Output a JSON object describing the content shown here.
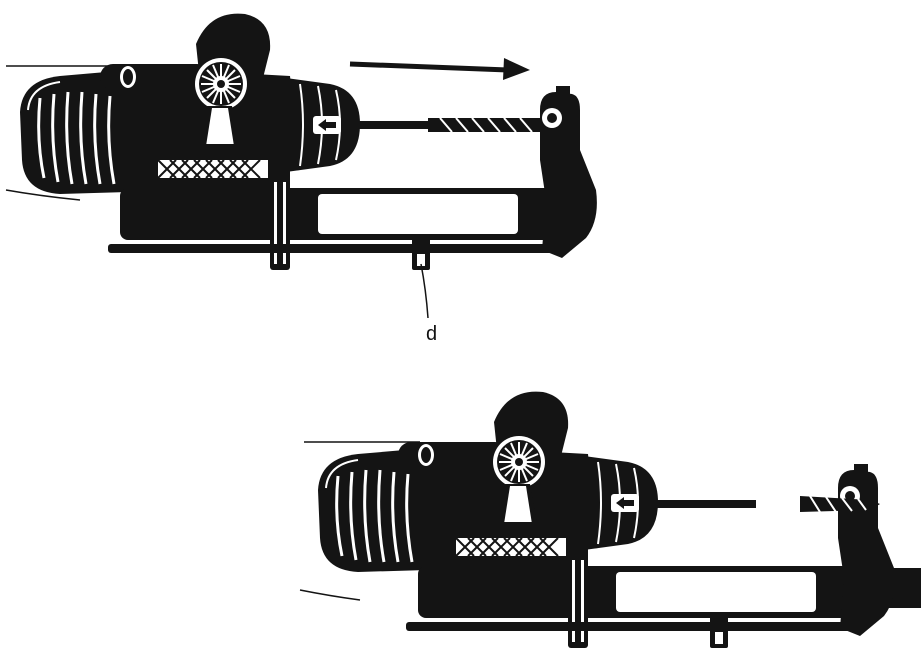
{
  "figure": {
    "callout_label": "d",
    "panels": [
      {
        "id": "drill-retracted",
        "motion_arrow": "arrow-right-icon"
      },
      {
        "id": "drill-extended",
        "motion_arrow": null
      }
    ]
  },
  "colors": {
    "ink": "#141414",
    "paper": "#ffffff"
  }
}
